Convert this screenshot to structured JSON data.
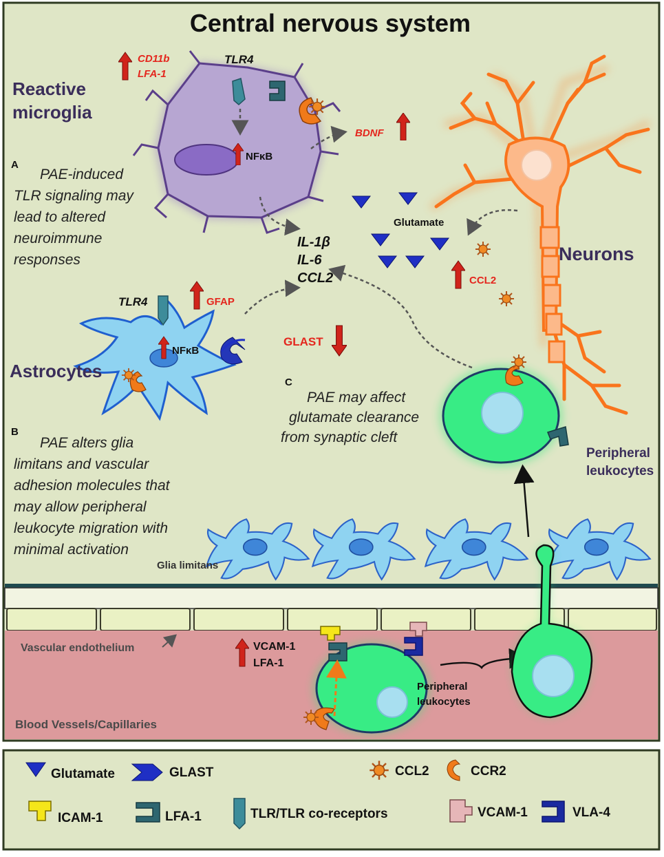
{
  "title": "Central nervous system",
  "labels": {
    "reactive_microglia": [
      "Reactive",
      "microglia"
    ],
    "neurons": "Neurons",
    "astrocytes": "Astrocytes",
    "peripheral_leukocytes_top": [
      "Peripheral",
      "leukocytes"
    ],
    "peripheral_leukocytes_bottom": [
      "Peripheral",
      "leukocytes"
    ],
    "glia_limitans": "Glia limitans",
    "vascular_endothelium": "Vascular endothelium",
    "blood_vessels": "Blood Vessels/Capillaries"
  },
  "microglia": {
    "cd11b": "CD11b",
    "lfa1": "LFA-1",
    "tlr4": "TLR4",
    "nfkb": "NFκB",
    "bdnf": "BDNF"
  },
  "astrocyte": {
    "tlr4": "TLR4",
    "gfap": "GFAP",
    "nfkb": "NFκB"
  },
  "cytokines": [
    "IL-1β",
    "IL-6",
    "CCL2"
  ],
  "glutamate_label": "Glutamate",
  "neuron_ccl2": "CCL2",
  "glast_label": "GLAST",
  "vessel_markers": [
    "VCAM-1",
    "LFA-1"
  ],
  "notes": {
    "a_letter": "A",
    "a_text": [
      "PAE-induced",
      "TLR signaling may",
      "lead to altered",
      "neuroimmune",
      "responses"
    ],
    "b_letter": "B",
    "b_text": [
      "PAE alters glia",
      "limitans and vascular",
      "adhesion molecules that",
      "may allow peripheral",
      "leukocyte migration with",
      "minimal activation"
    ],
    "c_letter": "C",
    "c_text": [
      "PAE may affect",
      "glutamate clearance",
      "from synaptic cleft"
    ]
  },
  "legend": {
    "glutamate": "Glutamate",
    "glast": "GLAST",
    "ccl2": "CCL2",
    "ccr2": "CCR2",
    "icam1": "ICAM-1",
    "lfa1": "LFA-1",
    "tlr": "TLR/TLR co-receptors",
    "vcam1": "VCAM-1",
    "vla4": "VLA-4"
  },
  "colors": {
    "background": "#dfe6c6",
    "border": "#2f3b22",
    "title": "#111111",
    "label_purple": "#3a2d5a",
    "up_arrow": "#d0241b",
    "red_text": "#e4261d",
    "microglia": "#b7a6d2",
    "astrocyte": "#8fd3f1",
    "neuron": "#f98b3a",
    "leukocyte": "#2de67a",
    "nucleus": "#a8dff0",
    "glutamate": "#1f2fc4",
    "vessel": "#dc9a9c",
    "endothelium": "#eaf1c4"
  }
}
